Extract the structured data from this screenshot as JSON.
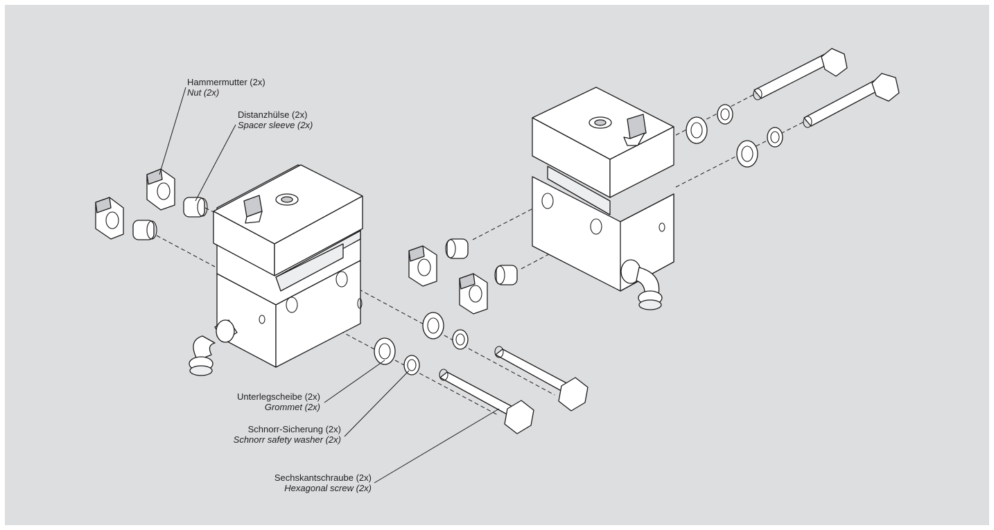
{
  "labels": {
    "nut": {
      "de": "Hammermutter (2x)",
      "en": "Nut (2x)"
    },
    "spacer": {
      "de": "Distanzhülse (2x)",
      "en": "Spacer sleeve (2x)"
    },
    "grommet": {
      "de": "Unterlegscheibe (2x)",
      "en": "Grommet (2x)"
    },
    "washer": {
      "de": "Schnorr-Sicherung (2x)",
      "en": "Schnorr safety washer (2x)"
    },
    "screw": {
      "de": "Sechskantschraube (2x)",
      "en": "Hexagonal screw (2x)"
    }
  },
  "colors": {
    "background": "#dddee0",
    "line": "#1a1a1a",
    "part_fill": "#ffffff"
  }
}
